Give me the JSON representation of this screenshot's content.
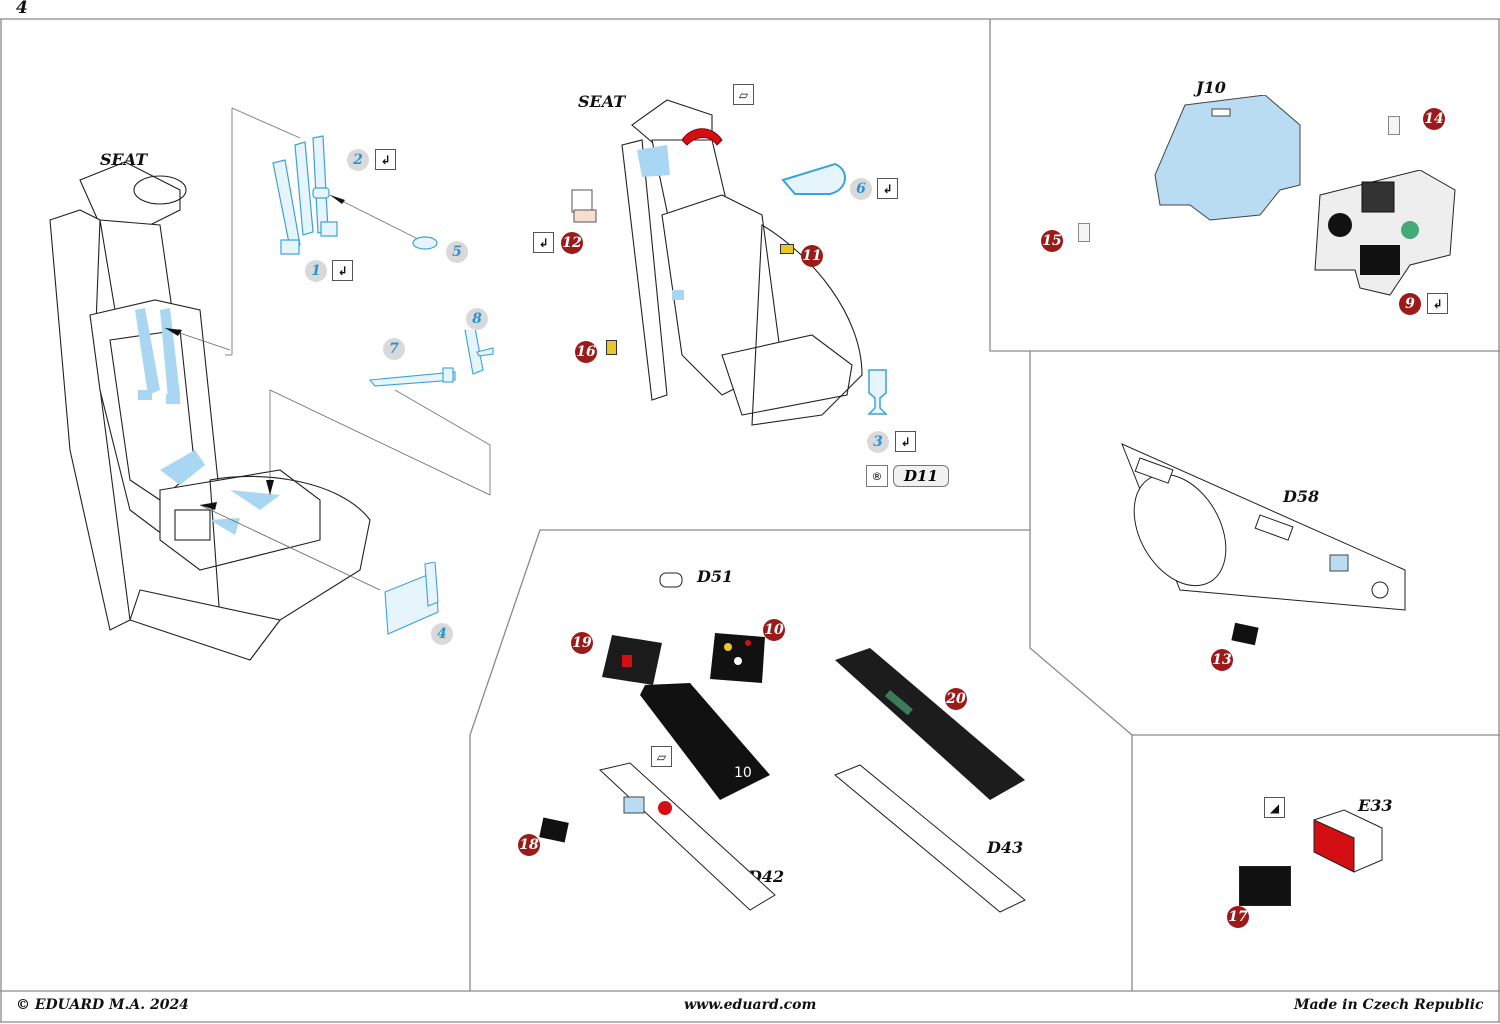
{
  "page": {
    "number": "4",
    "footer_left": "© EDUARD  M.A. 2024",
    "footer_center": "www.eduard.com",
    "footer_right": "Made in Czech Republic"
  },
  "colors": {
    "photo_etch_badge": "#9b1a1a",
    "clear_part_badge": "#d9d9d9",
    "clear_part_number": "#2a93cf",
    "clear_part_fill": "#a9d6f2",
    "panel_red": "#d40f14",
    "panel_black": "#111111"
  },
  "icons": {
    "bend_symbol": "bend-icon",
    "remove_symbol": "remove-part-icon",
    "plastic_part_symbol": "plastic-part-icon",
    "arrow": "assembly-arrow-icon"
  },
  "sections": {
    "seat_left": {
      "title": "SEAT",
      "parts": [
        {
          "number": "1",
          "type": "clear",
          "bend": true
        },
        {
          "number": "2",
          "type": "clear",
          "bend": true
        },
        {
          "number": "4",
          "type": "clear",
          "bend": false
        },
        {
          "number": "5",
          "type": "clear",
          "bend": false
        },
        {
          "number": "7",
          "type": "clear",
          "bend": false
        },
        {
          "number": "8",
          "type": "clear",
          "bend": false
        }
      ]
    },
    "seat_right": {
      "title": "SEAT",
      "parts": [
        {
          "number": "3",
          "type": "clear",
          "bend": true
        },
        {
          "number": "6",
          "type": "clear",
          "bend": true
        },
        {
          "number": "11",
          "type": "pe",
          "bend": false
        },
        {
          "number": "12",
          "type": "pe",
          "bend": true
        },
        {
          "number": "16",
          "type": "pe",
          "bend": false
        }
      ],
      "replace_part": "D11"
    },
    "instrument_panel": {
      "title": "J10",
      "parts": [
        {
          "number": "9",
          "type": "pe",
          "bend": true
        },
        {
          "number": "14",
          "type": "pe",
          "bend": false
        },
        {
          "number": "15",
          "type": "pe",
          "bend": false
        }
      ]
    },
    "side_console_left": {
      "labels": [
        "D51",
        "D42"
      ],
      "parts": [
        {
          "number": "10",
          "type": "pe"
        },
        {
          "number": "18",
          "type": "pe"
        },
        {
          "number": "19",
          "type": "pe"
        }
      ],
      "panel_text": "10"
    },
    "side_console_right": {
      "labels": [
        "D43"
      ],
      "parts": [
        {
          "number": "20",
          "type": "pe"
        }
      ]
    },
    "side_wall": {
      "title": "D58",
      "parts": [
        {
          "number": "13",
          "type": "pe"
        }
      ]
    },
    "box": {
      "title": "E33",
      "parts": [
        {
          "number": "17",
          "type": "pe"
        }
      ]
    }
  }
}
